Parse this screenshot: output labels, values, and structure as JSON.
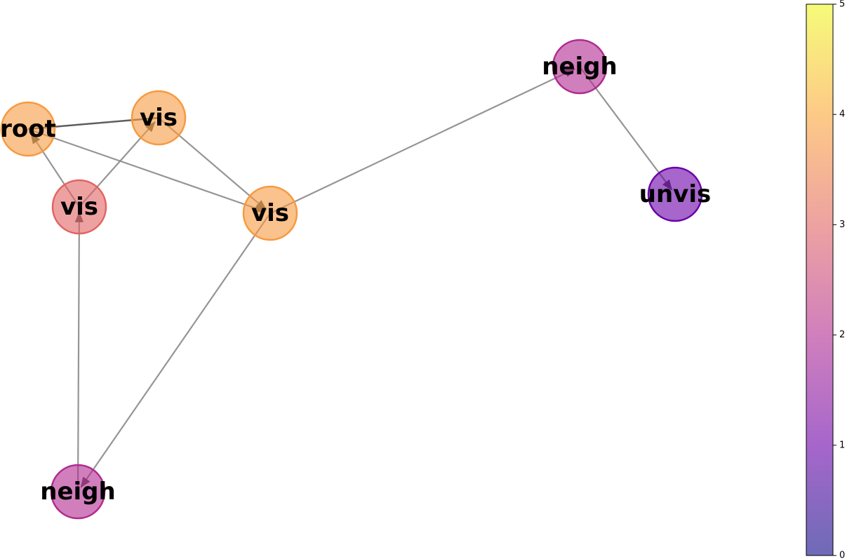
{
  "graph": {
    "nodes": [
      {
        "id": "n0",
        "label": "root",
        "value": 3.8
      },
      {
        "id": "n1",
        "label": "vis",
        "value": 3.8
      },
      {
        "id": "n2",
        "label": "vis",
        "value": 3.0
      },
      {
        "id": "n3",
        "label": "vis",
        "value": 3.8
      },
      {
        "id": "n4",
        "label": "neigh",
        "value": 2.0
      },
      {
        "id": "n5",
        "label": "unvis",
        "value": 1.0
      },
      {
        "id": "n6",
        "label": "neigh",
        "value": 2.0
      }
    ],
    "edges": [
      {
        "from": "n0",
        "to": "n1",
        "arrow": false,
        "dark": true
      },
      {
        "from": "n0",
        "to": "n3",
        "arrow": true,
        "dark": false
      },
      {
        "from": "n1",
        "to": "n3",
        "arrow": true,
        "dark": false
      },
      {
        "from": "n2",
        "to": "n0",
        "arrow": true,
        "dark": false
      },
      {
        "from": "n2",
        "to": "n1",
        "arrow": true,
        "dark": false
      },
      {
        "from": "n6",
        "to": "n2",
        "arrow": true,
        "dark": false
      },
      {
        "from": "n3",
        "to": "n6",
        "arrow": true,
        "dark": false
      },
      {
        "from": "n3",
        "to": "n4",
        "arrow": true,
        "dark": false
      },
      {
        "from": "n4",
        "to": "n5",
        "arrow": true,
        "dark": false
      }
    ]
  },
  "colorbar": {
    "range": [
      0,
      5
    ],
    "ticks": [
      "0",
      "1",
      "2",
      "3",
      "4",
      "5"
    ],
    "colormap": [
      "#0d0887",
      "#6a00a8",
      "#b12a90",
      "#e16462",
      "#fca636",
      "#f0f921"
    ]
  }
}
